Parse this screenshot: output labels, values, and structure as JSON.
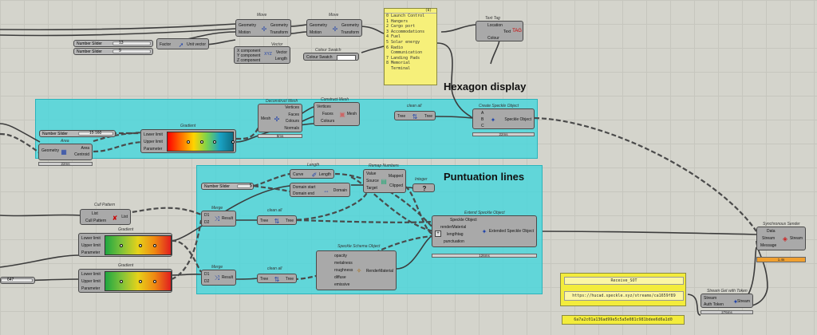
{
  "groups": {
    "hexagon_title": "Hexagon display",
    "punctuation_title": "Puntuation lines"
  },
  "sliders": {
    "top1_label": "Number Slider",
    "top1_value": "13",
    "top2_label": "Number Slider",
    "top2_value": "9",
    "hex_label": "Number Slider",
    "hex_value": "15.160",
    "punct_label": "Number Slider",
    "punct_value": "5",
    "left_value": "647"
  },
  "components": {
    "factor": {
      "in": "Factor",
      "out": "Unit vector"
    },
    "vector": {
      "title": "Vector",
      "in": [
        "X component",
        "Y component",
        "Z component"
      ],
      "out": [
        "Vector",
        "Length"
      ]
    },
    "move1": {
      "title": "Move",
      "in": [
        "Geometry",
        "Motion"
      ],
      "out": [
        "Geometry",
        "Transform"
      ]
    },
    "move2": {
      "title": "Move",
      "in": [
        "Geometry",
        "Motion"
      ],
      "out": [
        "Geometry",
        "Transform"
      ]
    },
    "colour_swatch": {
      "title": "Colour Swatch",
      "label": "Colour Swatch"
    },
    "text_tag": {
      "title": "Text Tag",
      "in": [
        "Location",
        "Text",
        "Colour"
      ]
    },
    "deconstruct_mesh": {
      "title": "Deconstruct Mesh",
      "in": "Mesh",
      "out": [
        "Vertices",
        "Faces",
        "Colours",
        "Normals"
      ],
      "timer": "8ms"
    },
    "construct_mesh": {
      "title": "Construct Mesh",
      "in": [
        "Vertices",
        "Faces",
        "Colours"
      ],
      "out": "Mesh"
    },
    "clean_all_hex": {
      "title": "clean all",
      "in": "Tree",
      "out": "Tree"
    },
    "create_speckle": {
      "title": "Create Speckle Object",
      "in": [
        "A",
        "B",
        "C"
      ],
      "out": "Speckle Object",
      "timer": "22ms"
    },
    "gradient_hex": {
      "title": "Gradient",
      "in": [
        "Lower limit",
        "Upper limit",
        "Parameter"
      ]
    },
    "area": {
      "title": "Area",
      "in": "Geometry",
      "out": [
        "Area",
        "Centroid"
      ],
      "timer": "22ms"
    },
    "length": {
      "title": "Length",
      "in": "Curve",
      "out": "Length"
    },
    "remap": {
      "title": "Remap Numbers",
      "in": [
        "Value",
        "Source",
        "Target"
      ],
      "out": [
        "Mapped",
        "Clipped"
      ]
    },
    "domain": {
      "in": [
        "Domain start",
        "Domain end"
      ],
      "out": "Domain"
    },
    "integer": {
      "title": "Integer"
    },
    "cull": {
      "title": "Cull Pattern",
      "in": [
        "List",
        "Cull Pattern"
      ],
      "out": "List"
    },
    "merge1": {
      "title": "Merge",
      "in": [
        "D1",
        "D2"
      ],
      "out": "Result"
    },
    "merge2": {
      "title": "Merge",
      "in": [
        "D1",
        "D2"
      ],
      "out": "Result"
    },
    "clean_all_p1": {
      "title": "clean all",
      "in": "Tree",
      "out": "Tree"
    },
    "clean_all_p2": {
      "title": "clean all",
      "in": "Tree",
      "out": "Tree"
    },
    "extend_speckle": {
      "title": "Extend Speckle Object",
      "in": [
        "Speckle Object",
        "renderMaterial",
        "lengthtag",
        "punctuation"
      ],
      "out": "Extended Speckle Object",
      "timer": "126ms"
    },
    "schema": {
      "title": "Speckle Schema Object",
      "in": [
        "opacity",
        "metalness",
        "roughness",
        "diffuse",
        "emissive"
      ],
      "out": "RenderMaterial"
    },
    "gradient_p1": {
      "title": "Gradient",
      "in": [
        "Lower limit",
        "Upper limit",
        "Parameter"
      ]
    },
    "gradient_p2": {
      "title": "Gradient",
      "in": [
        "Lower limit",
        "Upper limit",
        "Parameter"
      ]
    },
    "sync_sender": {
      "title": "Synchronous Sender",
      "in": [
        "Data",
        "Stream"
      ],
      "out": [
        "Stream"
      ],
      "extra": "Message",
      "timer": "1.4s"
    },
    "stream_get": {
      "title": "Stream Get with Token",
      "in": [
        "Stream",
        "Auth Token"
      ],
      "out": "Stream",
      "timer": "276ms"
    }
  },
  "panels": {
    "top_list": {
      "header": "{0}",
      "items": [
        "0 Launch Control",
        "1 Hangers",
        "2 Cargo port",
        "3 Accommodations",
        "4 Fuel",
        "5 Solar energy",
        "6 Radio",
        "  Communication",
        "7 Landing Pads",
        "8 Memorial",
        "  Terminal"
      ]
    },
    "stream": {
      "label": "Receive_SOT",
      "url": "https://hucad.speckle.xyz/streams/ca1659f89"
    },
    "token": {
      "value": "6a7a2c01a136ad99e5c5a5e081c981bdee6d6a1d0"
    }
  },
  "colors": {
    "group": "#40d6dc",
    "panel": "#f6f07a",
    "component": "#a9a9a9",
    "timer_orange": "#f0a030"
  }
}
